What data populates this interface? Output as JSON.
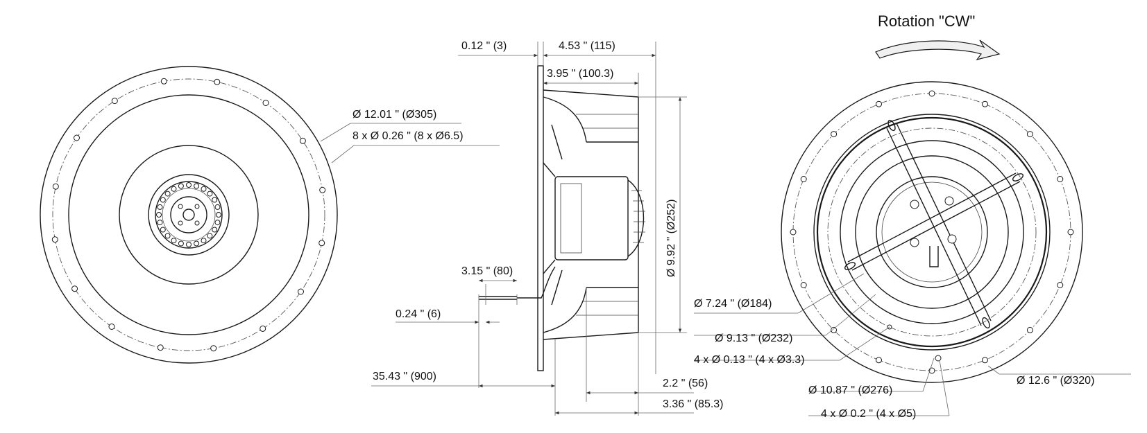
{
  "title": "Rotation \"CW\"",
  "colors": {
    "line": "#1a1a1a",
    "background": "#ffffff",
    "arrow_fill": "#f0f0f0"
  },
  "dimensions": {
    "flange_thk": "0.12 \"   (3)",
    "overall_depth": "4.53 \"   (115)",
    "impeller_depth": "3.95 \"   (100.3)",
    "dia_305": "Ø 12.01 \"   (Ø305)",
    "holes_8": "8 x Ø 0.26 \"   (8 x Ø6.5)",
    "dia_252": "Ø 9.92 \"   (Ø252)",
    "cable_len_a": "3.15 \"   (80)",
    "cable_len_b": "0.24 \"   (6)",
    "cable_total": "35.43 \"   (900)",
    "dia_184": "Ø 7.24 \"   (Ø184)",
    "dia_232": "Ø 9.13 \"   (Ø232)",
    "holes_4a": "4 x Ø 0.13 \"   (4 x Ø3.3)",
    "dia_276": "Ø 10.87 \"   (Ø276)",
    "holes_4b": "4 x Ø 0.2 \"   (4 x Ø5)",
    "dia_320": "Ø 12.6 \"   (Ø320)",
    "depth_56": "2.2 \"   (56)",
    "depth_853": "3.36 \"   (85.3)"
  }
}
